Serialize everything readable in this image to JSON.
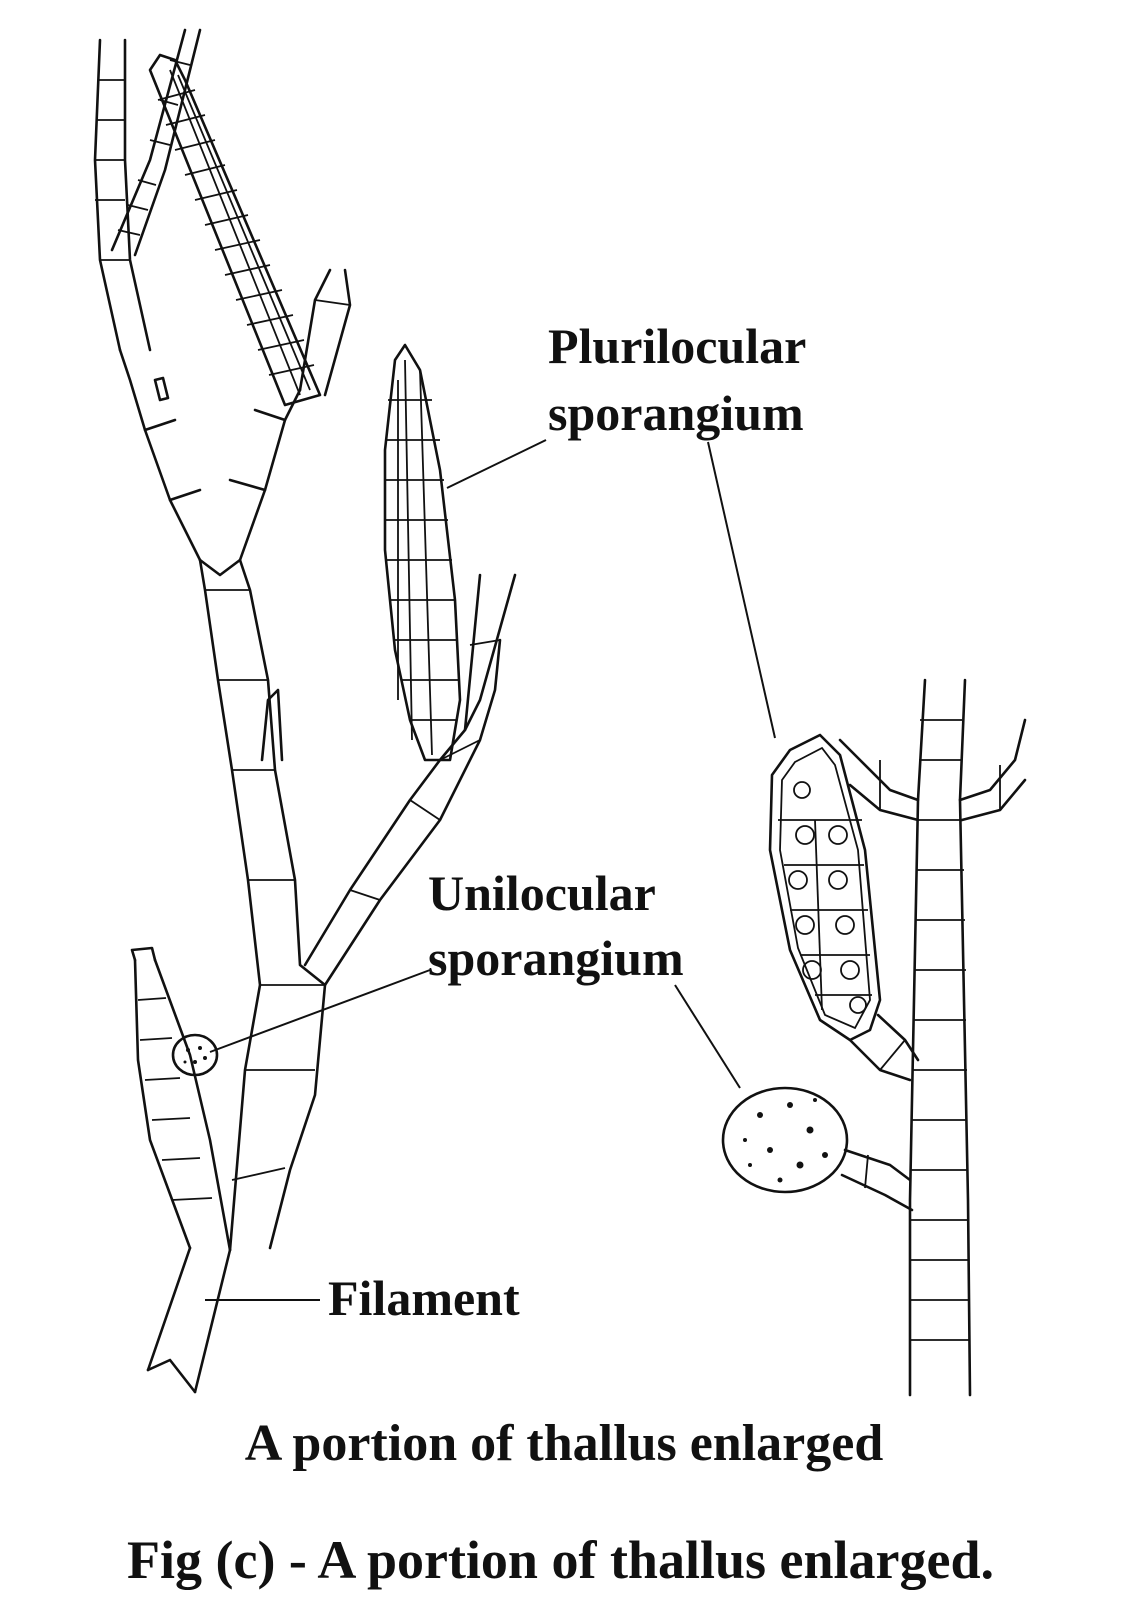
{
  "labels": {
    "plurilocular_line1": "Plurilocular",
    "plurilocular_line2": "sporangium",
    "unilocular_line1": "Unilocular",
    "unilocular_line2": "sporangium",
    "filament": "Filament"
  },
  "captions": {
    "title": "A portion of thallus enlarged",
    "figure": "Fig (c) - A portion of thallus enlarged."
  }
}
